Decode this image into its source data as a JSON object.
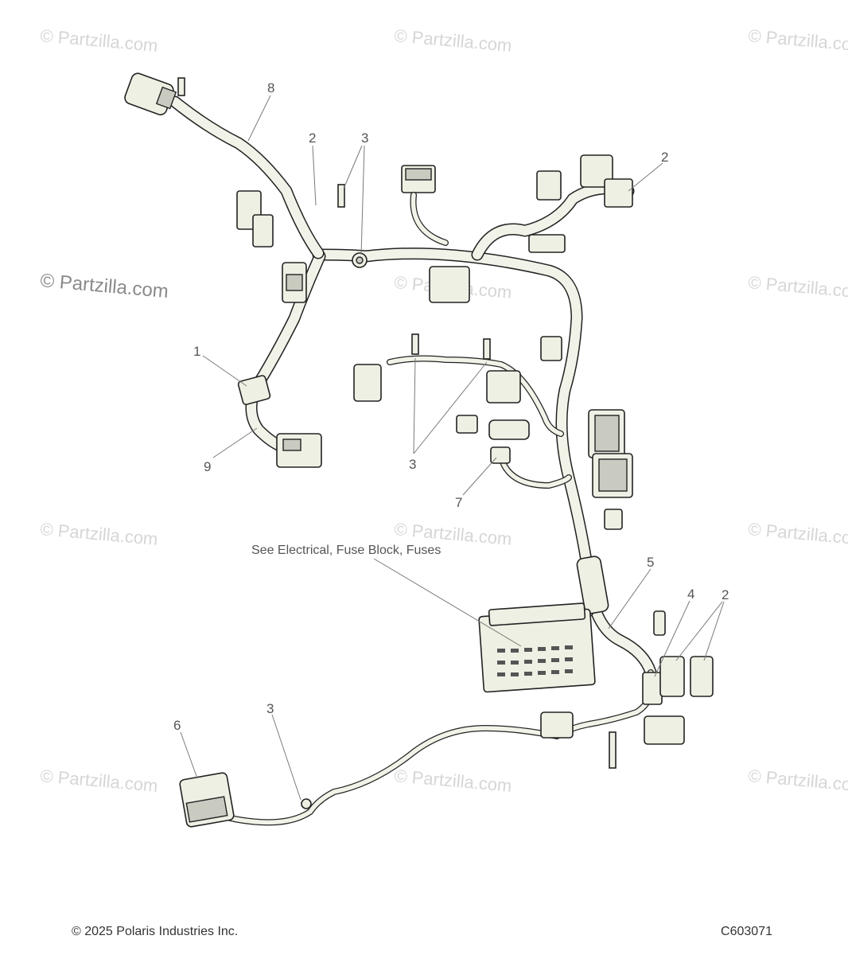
{
  "watermark_text": "© Partzilla.com",
  "callouts": {
    "c1": "1",
    "c2a": "2",
    "c2b": "2",
    "c2c": "2",
    "c3a": "3",
    "c3b": "3",
    "c3c": "3",
    "c4": "4",
    "c5": "5",
    "c6": "6",
    "c7": "7",
    "c8": "8",
    "c9": "9"
  },
  "note": "See Electrical, Fuse Block, Fuses",
  "footer": {
    "copyright": "© 2025 Polaris Industries Inc.",
    "diagram_code": "C603071"
  }
}
